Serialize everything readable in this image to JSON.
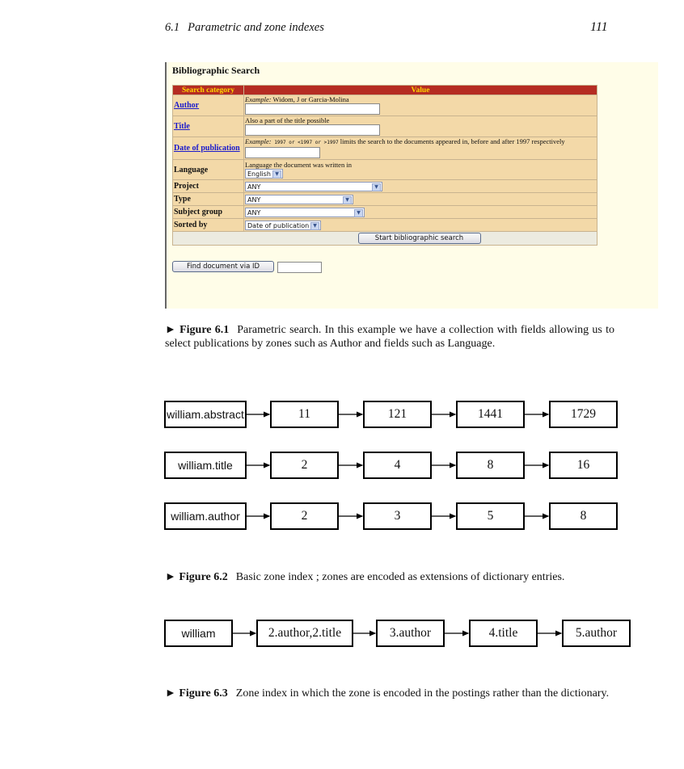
{
  "header": {
    "section": "6.1",
    "section_title": "Parametric and zone indexes",
    "page_number": "111"
  },
  "search_form": {
    "title": "Bibliographic Search",
    "columns": [
      "Search category",
      "Value"
    ],
    "author": {
      "label": "Author",
      "hint_prefix": "Example:",
      "hint": " Widom, J or Garcia-Molina"
    },
    "title_field": {
      "label": "Title",
      "hint": "Also a part of the title possible"
    },
    "date": {
      "label": "Date of publication",
      "hint_prefix": "Example:",
      "hint_code": " 1997 or <1997 or >1997",
      "hint_rest": " limits the search to the documents appeared in, before and after 1997 respectively"
    },
    "language": {
      "label": "Language",
      "hint": "Language the document was written in",
      "selected": "English"
    },
    "project": {
      "label": "Project",
      "selected": "ANY"
    },
    "type": {
      "label": "Type",
      "selected": "ANY"
    },
    "subject_group": {
      "label": "Subject group",
      "selected": "ANY"
    },
    "sorted_by": {
      "label": "Sorted by",
      "selected": "Date of publication"
    },
    "start_button": "Start bibliographic search",
    "find_button": "Find document via ID"
  },
  "figure_6_1": {
    "label": "Figure 6.1",
    "text": "Parametric search. In this example we have a collection with fields allowing us to select publications by zones such as Author and fields such as Language."
  },
  "figure_6_2_lists": [
    {
      "term": "william.abstract",
      "postings": [
        "11",
        "121",
        "1441",
        "1729"
      ]
    },
    {
      "term": "william.title",
      "postings": [
        "2",
        "4",
        "8",
        "16"
      ]
    },
    {
      "term": "william.author",
      "postings": [
        "2",
        "3",
        "5",
        "8"
      ]
    }
  ],
  "figure_6_2": {
    "label": "Figure 6.2",
    "text": "Basic zone index ; zones are encoded as extensions of dictionary entries."
  },
  "figure_6_3_list": {
    "term": "william",
    "postings": [
      "2.author,2.title",
      "3.author",
      "4.title",
      "5.author"
    ]
  },
  "figure_6_3": {
    "label": "Figure 6.3",
    "text": "Zone index in which the zone is encoded in the postings rather than the dictionary."
  }
}
